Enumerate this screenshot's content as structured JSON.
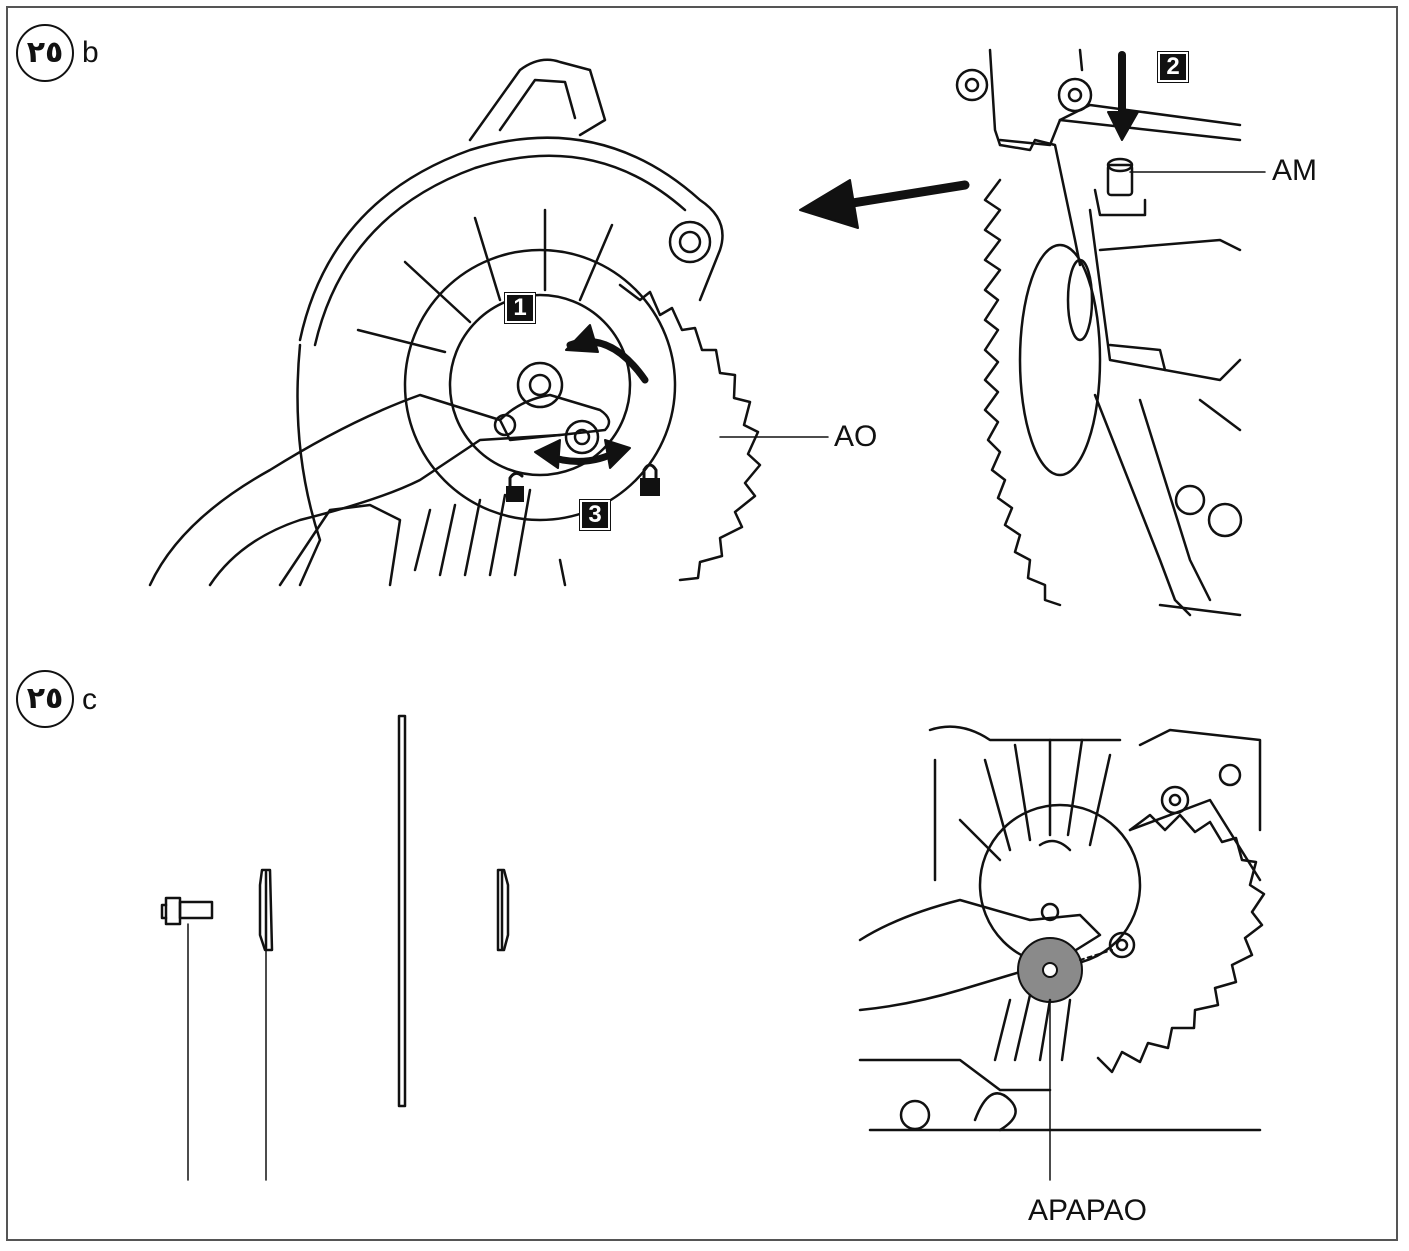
{
  "panel_b": {
    "figure_number": "٢٥",
    "letter": "b",
    "callouts": {
      "ao": "AO",
      "am": "AM"
    },
    "steps": {
      "one": "1",
      "two": "2",
      "three": "3"
    }
  },
  "panel_c": {
    "figure_number": "٢٥",
    "letter": "c",
    "callouts": {
      "bottom": "APAPAO"
    }
  },
  "colors": {
    "line": "#111111",
    "frame": "#555555",
    "washer": "#8a8a8a"
  }
}
